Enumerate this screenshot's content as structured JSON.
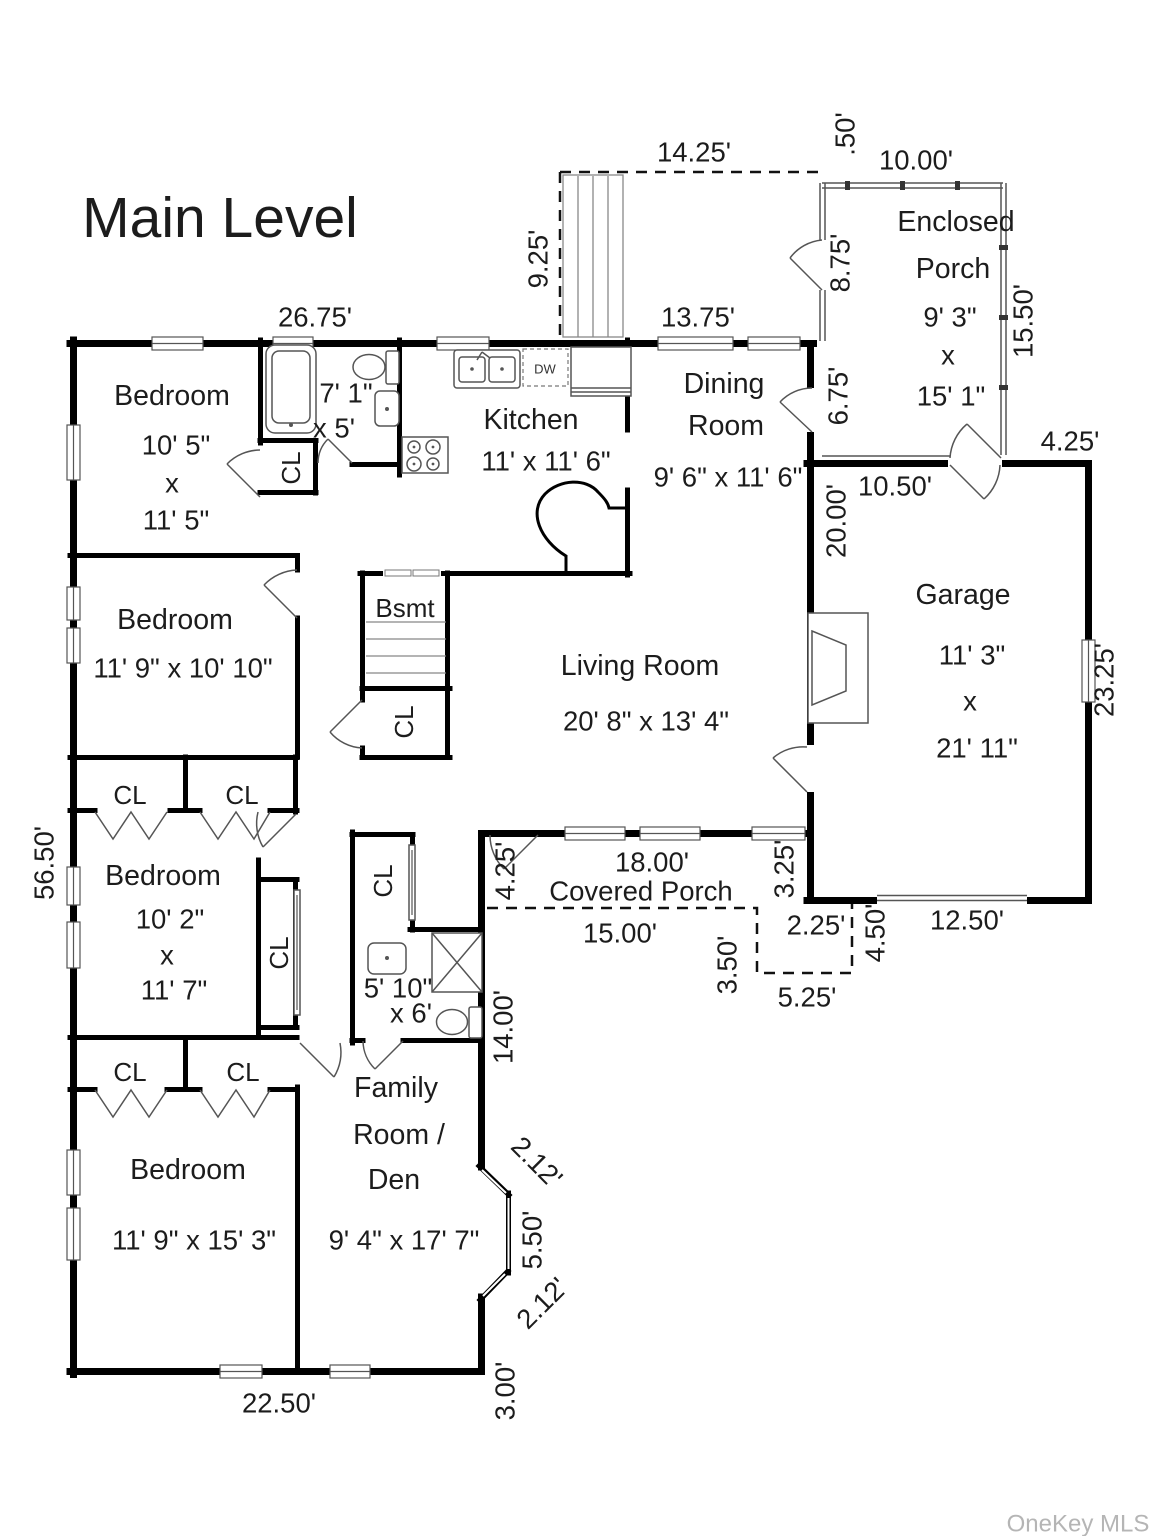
{
  "title": "Main Level",
  "watermark": "OneKey MLS",
  "labels": {
    "closet": "CL",
    "basement": "Bsmt",
    "dishwasher": "DW"
  },
  "rooms": {
    "bedroom1": {
      "name": "Bedroom",
      "d1": "10' 5\"",
      "d2": "x",
      "d3": "11' 5\""
    },
    "bath1": {
      "d1": "7' 1\"",
      "d2": "x 5'"
    },
    "kitchen": {
      "name": "Kitchen",
      "dims": "11' x 11' 6\""
    },
    "dining": {
      "n1": "Dining",
      "n2": "Room",
      "dims": "9' 6\" x 11' 6\""
    },
    "enclosed_porch": {
      "n1": "Enclosed",
      "n2": "Porch",
      "d1": "9' 3\"",
      "d2": "x",
      "d3": "15' 1\""
    },
    "garage": {
      "name": "Garage",
      "d1": "11' 3\"",
      "d2": "x",
      "d3": "21' 11\""
    },
    "living": {
      "name": "Living Room",
      "dims": "20' 8\" x 13' 4\""
    },
    "bedroom2": {
      "name": "Bedroom",
      "dims": "11' 9\" x 10' 10\""
    },
    "bedroom3": {
      "name": "Bedroom",
      "d1": "10' 2\"",
      "d2": "x",
      "d3": "11' 7\""
    },
    "bath2": {
      "d1": "5' 10\"",
      "d2": "x 6'"
    },
    "bedroom4": {
      "name": "Bedroom",
      "dims": "11' 9\" x 15' 3\""
    },
    "family": {
      "n1": "Family",
      "n2": "Room /",
      "n3": "Den",
      "dims": "9' 4\" x 17' 7\""
    },
    "covered_porch": {
      "name": "Covered Porch"
    }
  },
  "dims": {
    "top": "26.75'",
    "patio_top": "14.25'",
    "patio_left": "9.25'",
    "patio_bottom": "13.75'",
    "porch_gap": ".50'",
    "porch_top": "10.00'",
    "porch_left_upper": "8.75'",
    "porch_left_lower": "6.75'",
    "porch_right": "15.50'",
    "garage_gap": "4.25'",
    "garage_top": "10.50'",
    "garage_left": "20.00'",
    "garage_right": "23.25'",
    "garage_bottom": "12.50'",
    "cp_left": "4.25'",
    "cp_top": "18.00'",
    "cp_inner": "15.00'",
    "cp_right": "3.25'",
    "step_top": "2.25'",
    "step_right": "4.50'",
    "step_left": "3.50'",
    "step_bottom": "5.25'",
    "family_side": "14.00'",
    "bay_upper": "2.12'",
    "bay_window": "5.50'",
    "bay_lower": "2.12'",
    "bay_base": "3.00'",
    "west": "56.50'",
    "south": "22.50'"
  }
}
